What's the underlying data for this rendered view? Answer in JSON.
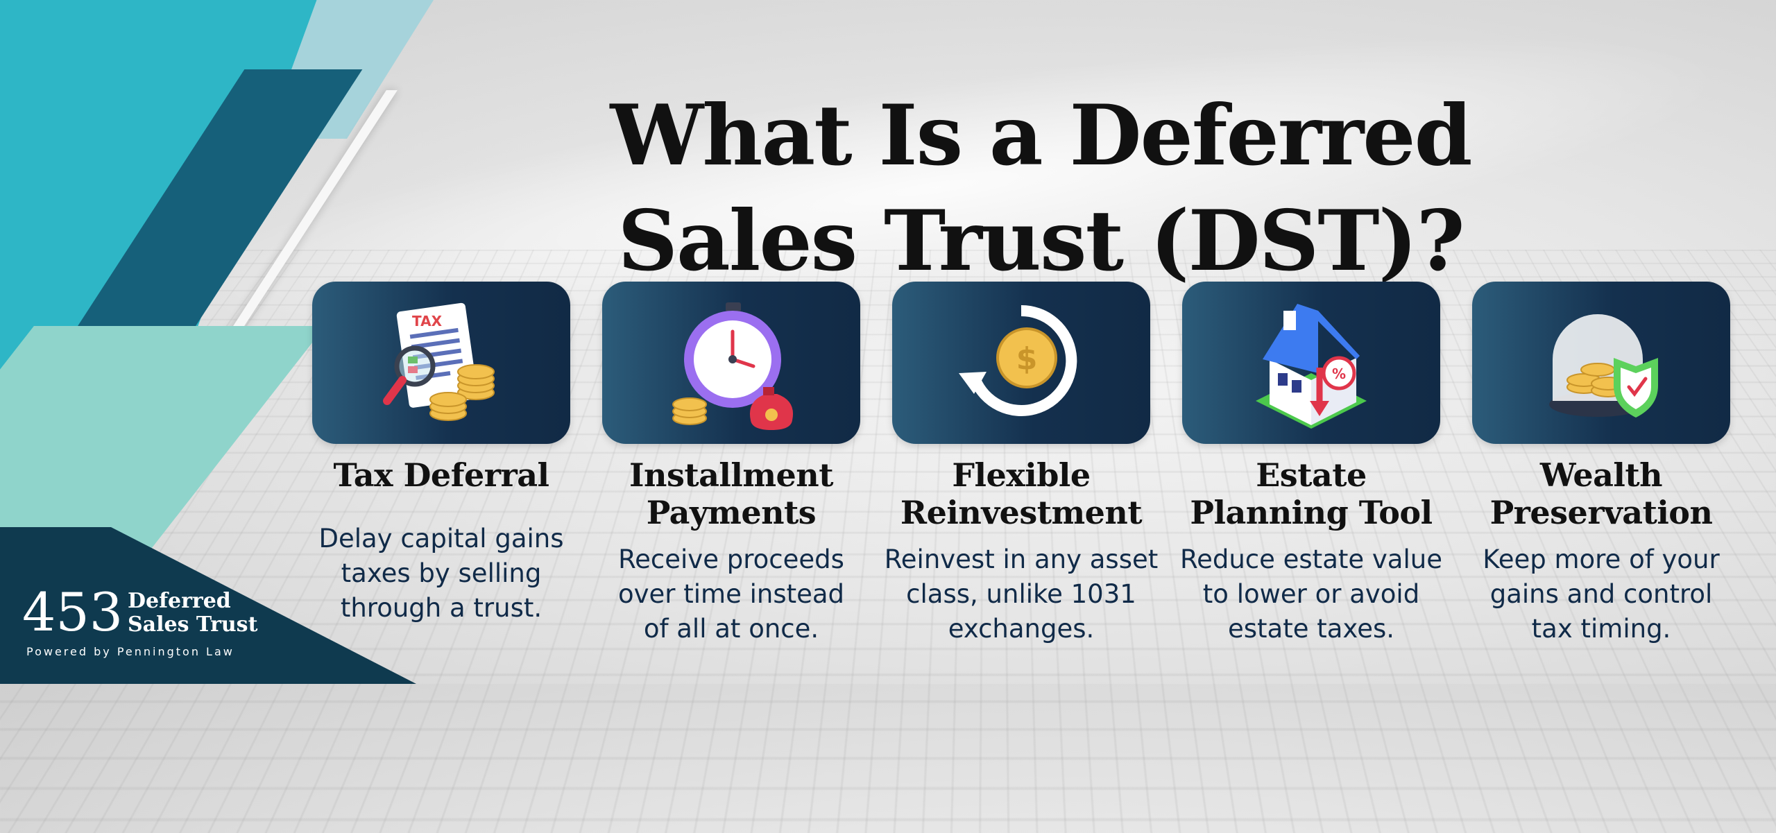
{
  "title": "What Is a Deferred Sales Trust (DST)?",
  "features": [
    {
      "icon": "tax-document-coins-icon",
      "title": "Tax Deferral",
      "description": "Delay capital gains\ntaxes by selling\nthrough a trust.",
      "icon_text": "TAX"
    },
    {
      "icon": "stopwatch-money-bag-icon",
      "title": "Installment\nPayments",
      "description": "Receive proceeds\nover time instead\nof all at once."
    },
    {
      "icon": "circular-dollar-coin-icon",
      "title": "Flexible\nReinvestment",
      "description": "Reinvest in any asset\nclass, unlike 1031\nexchanges."
    },
    {
      "icon": "house-percent-arrow-icon",
      "title": "Estate\nPlanning Tool",
      "description": "Reduce estate value\nto lower or avoid\nestate taxes."
    },
    {
      "icon": "coin-dome-shield-icon",
      "title": "Wealth\nPreservation",
      "description": "Keep more of your\ngains and control\ntax timing."
    }
  ],
  "logo": {
    "number": "453",
    "name": "Deferred\nSales Trust",
    "tagline": "Powered by Pennington Law"
  },
  "colors": {
    "teal": "#2eb6c6",
    "navy": "#0f3a4f",
    "mint": "#8fd4cb",
    "card_dark": "#112a45",
    "text_dark": "#102a48"
  }
}
